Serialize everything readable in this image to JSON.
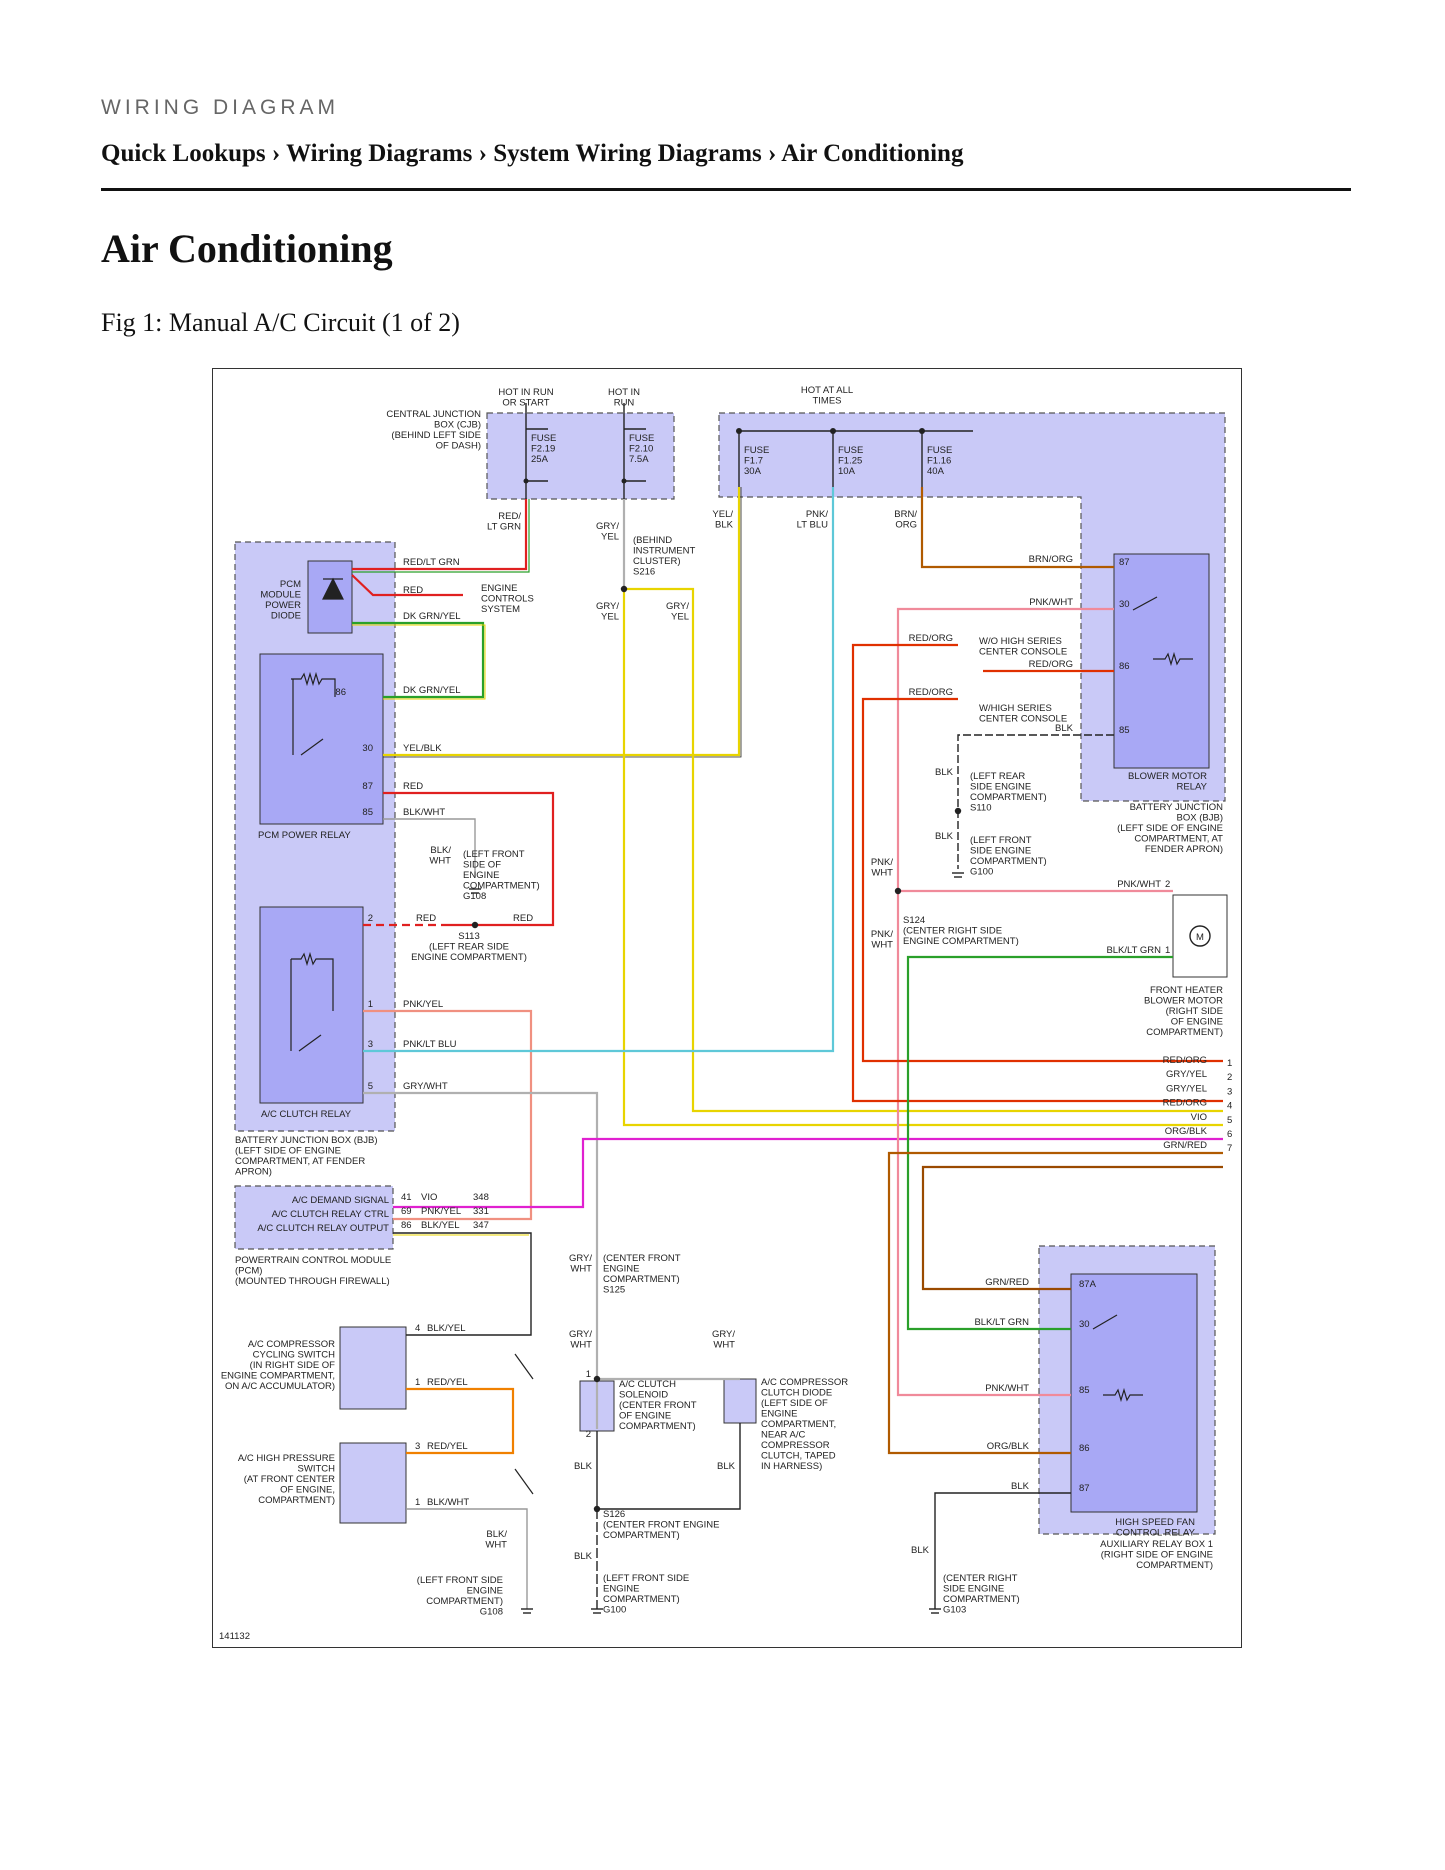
{
  "header": {
    "eyebrow": "WIRING DIAGRAM",
    "breadcrumb": [
      "Quick Lookups",
      "Wiring Diagrams",
      "System Wiring Diagrams",
      "Air Conditioning"
    ],
    "separator": "›"
  },
  "page_title": "Air Conditioning",
  "figure_caption": "Fig 1: Manual A/C Circuit (1 of 2)",
  "diagram": {
    "figure_id": "141132",
    "colors": {
      "box_fill": "#c9c9f7",
      "relay_fill": "#a8a8f5",
      "box_border": "#555555",
      "RED": "#e02020",
      "GRN": "#2aa02a",
      "YEL": "#e8d400",
      "BRN": "#b05a00",
      "PNK": "#f08a9a",
      "LT_BLU": "#5ec8d8",
      "ORG": "#f08000",
      "VIO": "#e020d0",
      "GRY": "#b0b0b0",
      "BLK": "#222222"
    },
    "cjb": {
      "label": [
        "CENTRAL JUNCTION",
        "BOX (CJB)",
        "(BEHIND LEFT SIDE",
        "OF DASH)"
      ],
      "hot_run_start": [
        "HOT IN RUN",
        "OR START"
      ],
      "hot_run": [
        "HOT IN",
        "RUN"
      ],
      "fuse_f219": [
        "FUSE",
        "F2.19",
        "25A"
      ],
      "fuse_f210": [
        "FUSE",
        "F2.10",
        "7.5A"
      ]
    },
    "bjb_top": {
      "hot_all_times": [
        "HOT AT ALL",
        "TIMES"
      ],
      "fuse_f17": [
        "FUSE",
        "F1.7",
        "30A"
      ],
      "fuse_f125": [
        "FUSE",
        "F1.25",
        "10A"
      ],
      "fuse_f116": [
        "FUSE",
        "F1.16",
        "40A"
      ],
      "blower_relay": [
        "BLOWER MOTOR",
        "RELAY"
      ],
      "box_label": [
        "BATTERY JUNCTION",
        "BOX (BJB)",
        "(LEFT SIDE OF ENGINE",
        "COMPARTMENT, AT",
        "FENDER APRON)"
      ]
    },
    "bjb_left": {
      "pcm_diode": [
        "PCM",
        "MODULE",
        "POWER",
        "DIODE"
      ],
      "pcm_relay": "PCM POWER RELAY",
      "ac_clutch_relay": "A/C CLUTCH RELAY",
      "box_label": [
        "BATTERY JUNCTION BOX (BJB)",
        "(LEFT SIDE OF ENGINE",
        "COMPARTMENT, AT FENDER",
        "APRON)"
      ]
    },
    "pcm": {
      "pins": [
        {
          "num": "41",
          "color": "VIO",
          "circuit": "348",
          "name": "A/C DEMAND SIGNAL"
        },
        {
          "num": "69",
          "color": "PNK/YEL",
          "circuit": "331",
          "name": "A/C CLUTCH RELAY CTRL"
        },
        {
          "num": "86",
          "color": "BLK/YEL",
          "circuit": "347",
          "name": "A/C CLUTCH RELAY OUTPUT"
        }
      ],
      "label": [
        "POWERTRAIN CONTROL MODULE",
        "(PCM)",
        "(MOUNTED THROUGH FIREWALL)"
      ]
    },
    "wire_labels": {
      "red_ltgrn_top": [
        "RED/",
        "LT GRN"
      ],
      "gry_yel_top": [
        "GRY/",
        "YEL"
      ],
      "yel_blk_top": [
        "YEL/",
        "BLK"
      ],
      "pnk_ltblu_top": [
        "PNK/",
        "LT BLU"
      ],
      "brn_org_top": [
        "BRN/",
        "ORG"
      ],
      "red_ltgrn": "RED/LT GRN",
      "dk_grn_yel": "DK GRN/YEL",
      "yel_blk": "YEL/BLK",
      "red": "RED",
      "blk_wht": "BLK/WHT",
      "pnk_yel": "PNK/YEL",
      "pnk_ltblu": "PNK/LT BLU",
      "gry_wht": "GRY/WHT",
      "brn_org": "BRN/ORG",
      "pnk_wht": "PNK/WHT",
      "red_org": "RED/ORG",
      "blk": "BLK",
      "blk_ltgrn": "BLK/LT GRN",
      "grn_red": "GRN/RED",
      "org_blk": "ORG/BLK",
      "vio": "VIO",
      "gry_yel": "GRY/YEL",
      "blk_yel": "BLK/YEL",
      "red_yel": "RED/YEL",
      "blk_wht_stack": [
        "BLK/",
        "WHT"
      ],
      "gry_yel_stack": [
        "GRY/",
        "YEL"
      ],
      "gry_wht_stack": [
        "GRY/",
        "WHT"
      ],
      "pnk_wht_stack": [
        "PNK/",
        "WHT"
      ]
    },
    "notes": {
      "engine_controls": [
        "ENGINE",
        "CONTROLS",
        "SYSTEM"
      ],
      "s216": [
        "(BEHIND",
        "INSTRUMENT",
        "CLUSTER)",
        "S216"
      ],
      "wo_high": [
        "W/O HIGH SERIES",
        "CENTER CONSOLE"
      ],
      "w_high": [
        "W/HIGH SERIES",
        "CENTER CONSOLE"
      ],
      "s110": [
        "(LEFT REAR",
        "SIDE ENGINE",
        "COMPARTMENT)",
        "S110"
      ],
      "g100_upper": [
        "(LEFT FRONT",
        "SIDE ENGINE",
        "COMPARTMENT)",
        "G100"
      ],
      "g108_upper": [
        "(LEFT FRONT",
        "SIDE OF",
        "ENGINE",
        "COMPARTMENT)",
        "G108"
      ],
      "s113": [
        "S113",
        "(LEFT REAR SIDE",
        "ENGINE COMPARTMENT)"
      ],
      "s124": [
        "S124",
        "(CENTER RIGHT SIDE",
        "ENGINE COMPARTMENT)"
      ],
      "blower_motor": [
        "FRONT HEATER",
        "BLOWER MOTOR",
        "(RIGHT SIDE",
        "OF ENGINE",
        "COMPARTMENT)"
      ],
      "s125": [
        "(CENTER FRONT",
        "ENGINE",
        "COMPARTMENT)",
        "S125"
      ],
      "cycling_switch": [
        "A/C COMPRESSOR",
        "CYCLING SWITCH",
        "(IN RIGHT SIDE OF",
        "ENGINE COMPARTMENT,",
        "ON A/C ACCUMULATOR)"
      ],
      "high_pressure": [
        "A/C HIGH PRESSURE",
        "SWITCH",
        "(AT FRONT CENTER",
        "OF ENGINE,",
        "COMPARTMENT)"
      ],
      "clutch_solenoid": [
        "A/C CLUTCH",
        "SOLENOID",
        "(CENTER FRONT",
        "OF ENGINE",
        "COMPARTMENT)"
      ],
      "clutch_diode": [
        "A/C COMPRESSOR",
        "CLUTCH DIODE",
        "(LEFT SIDE OF",
        "ENGINE",
        "COMPARTMENT,",
        "NEAR A/C",
        "COMPRESSOR",
        "CLUTCH, TAPED",
        "IN HARNESS)"
      ],
      "s126": [
        "S126",
        "(CENTER FRONT ENGINE",
        "COMPARTMENT)"
      ],
      "g108_lower": [
        "(LEFT FRONT SIDE",
        "ENGINE",
        "COMPARTMENT)",
        "G108"
      ],
      "g100_lower": [
        "(LEFT FRONT SIDE",
        "ENGINE",
        "COMPARTMENT)",
        "G100"
      ],
      "g103": [
        "(CENTER RIGHT",
        "SIDE ENGINE",
        "COMPARTMENT)",
        "G103"
      ],
      "hs_fan_relay": [
        "HIGH SPEED FAN",
        "CONTROL RELAY"
      ],
      "aux_box": [
        "AUXILIARY RELAY BOX 1",
        "(RIGHT SIDE OF ENGINE",
        "COMPARTMENT)"
      ],
      "motor_symbol": "M"
    },
    "right_connectors": [
      {
        "label": "RED/ORG",
        "num": "1"
      },
      {
        "label": "GRY/YEL",
        "num": "2"
      },
      {
        "label": "GRY/YEL",
        "num": "3"
      },
      {
        "label": "RED/ORG",
        "num": "4"
      },
      {
        "label": "VIO",
        "num": "5"
      },
      {
        "label": "ORG/BLK",
        "num": "6"
      },
      {
        "label": "GRN/RED",
        "num": "7"
      }
    ],
    "pins": {
      "p87": "87",
      "p30": "30",
      "p86": "86",
      "p85": "85",
      "p87A": "87A",
      "p1": "1",
      "p2": "2",
      "p3": "3",
      "p4": "4",
      "p5": "5"
    }
  }
}
